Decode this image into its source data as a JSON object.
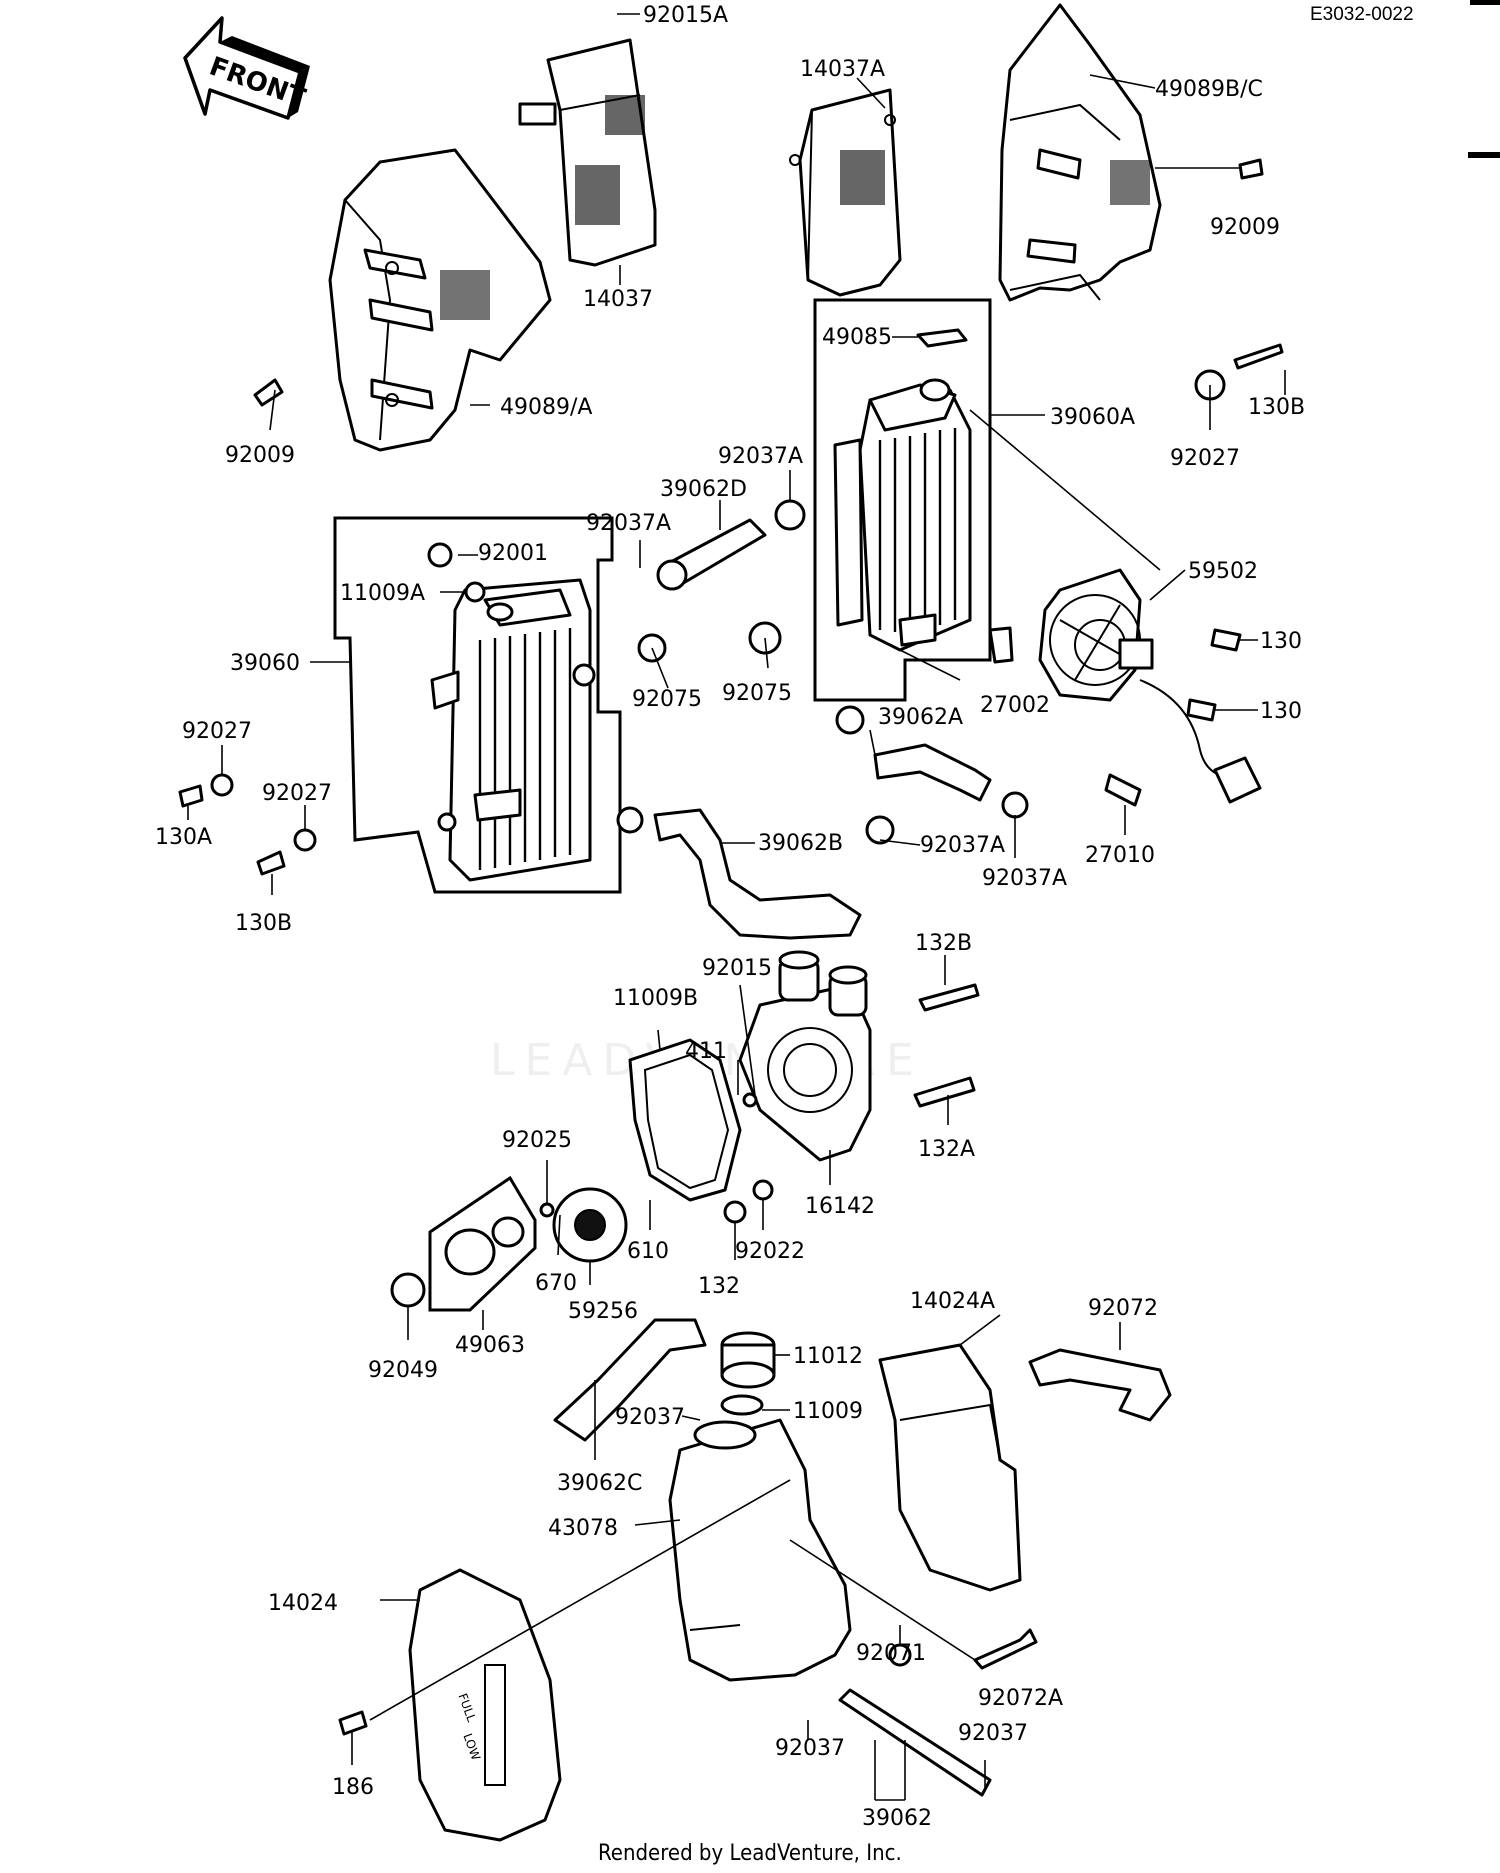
{
  "diagram": {
    "code": "E3032-0022",
    "front_label": "FRONT",
    "footer": "Rendered by LeadVenture, Inc.",
    "watermark": "LEADVENTURE",
    "labels": [
      "92015A",
      "14037A",
      "49089B/C",
      "92009",
      "14037",
      "49085",
      "130B",
      "49089/A",
      "39060A",
      "92009",
      "92027",
      "92037A",
      "39062D",
      "92037A",
      "92001",
      "11009A",
      "59502",
      "130",
      "39060",
      "92075",
      "92075",
      "27002",
      "130",
      "92027",
      "39062A",
      "92027",
      "130A",
      "39062B",
      "92037A",
      "27010",
      "130B",
      "92037A",
      "132B",
      "92015",
      "11009B",
      "411",
      "132A",
      "92025",
      "16142",
      "610",
      "92022",
      "670",
      "132",
      "59256",
      "49063",
      "92049",
      "14024A",
      "92072",
      "11012",
      "11009",
      "92037",
      "39062C",
      "43078",
      "14024",
      "92071",
      "92072A",
      "92037",
      "92037",
      "186",
      "39062"
    ]
  }
}
